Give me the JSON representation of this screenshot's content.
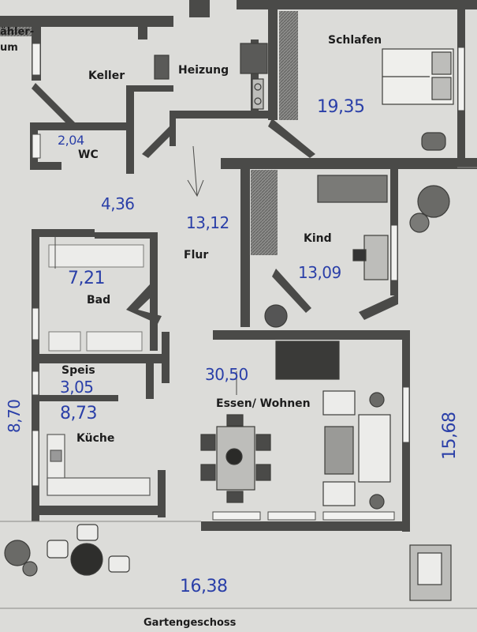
{
  "plan": {
    "footer_title": "Gartengeschoss",
    "rooms": [
      {
        "id": "zaehler",
        "name_line1": "ähler-",
        "name_line2": "um"
      },
      {
        "id": "keller",
        "name": "Keller"
      },
      {
        "id": "heizung",
        "name": "Heizung"
      },
      {
        "id": "schlafen",
        "name": "Schlafen",
        "area": "19,35"
      },
      {
        "id": "wc",
        "name": "WC",
        "area": "2,04"
      },
      {
        "id": "vorraum",
        "area": "4,36"
      },
      {
        "id": "flur",
        "name": "Flur",
        "area": "13,12"
      },
      {
        "id": "kind",
        "name": "Kind",
        "area": "13,09"
      },
      {
        "id": "bad",
        "name": "Bad",
        "area": "7,21"
      },
      {
        "id": "speis",
        "name": "Speis",
        "area": "3,05"
      },
      {
        "id": "kueche",
        "name": "Küche",
        "area": "8,73"
      },
      {
        "id": "essen",
        "name": "Essen/ Wohnen",
        "area": "30,50"
      }
    ],
    "outdoor_areas": [
      {
        "id": "left-terrace",
        "area": "8,70"
      },
      {
        "id": "right-terrace",
        "area": "15,68"
      },
      {
        "id": "bottom-terrace",
        "area": "16,38"
      }
    ]
  }
}
